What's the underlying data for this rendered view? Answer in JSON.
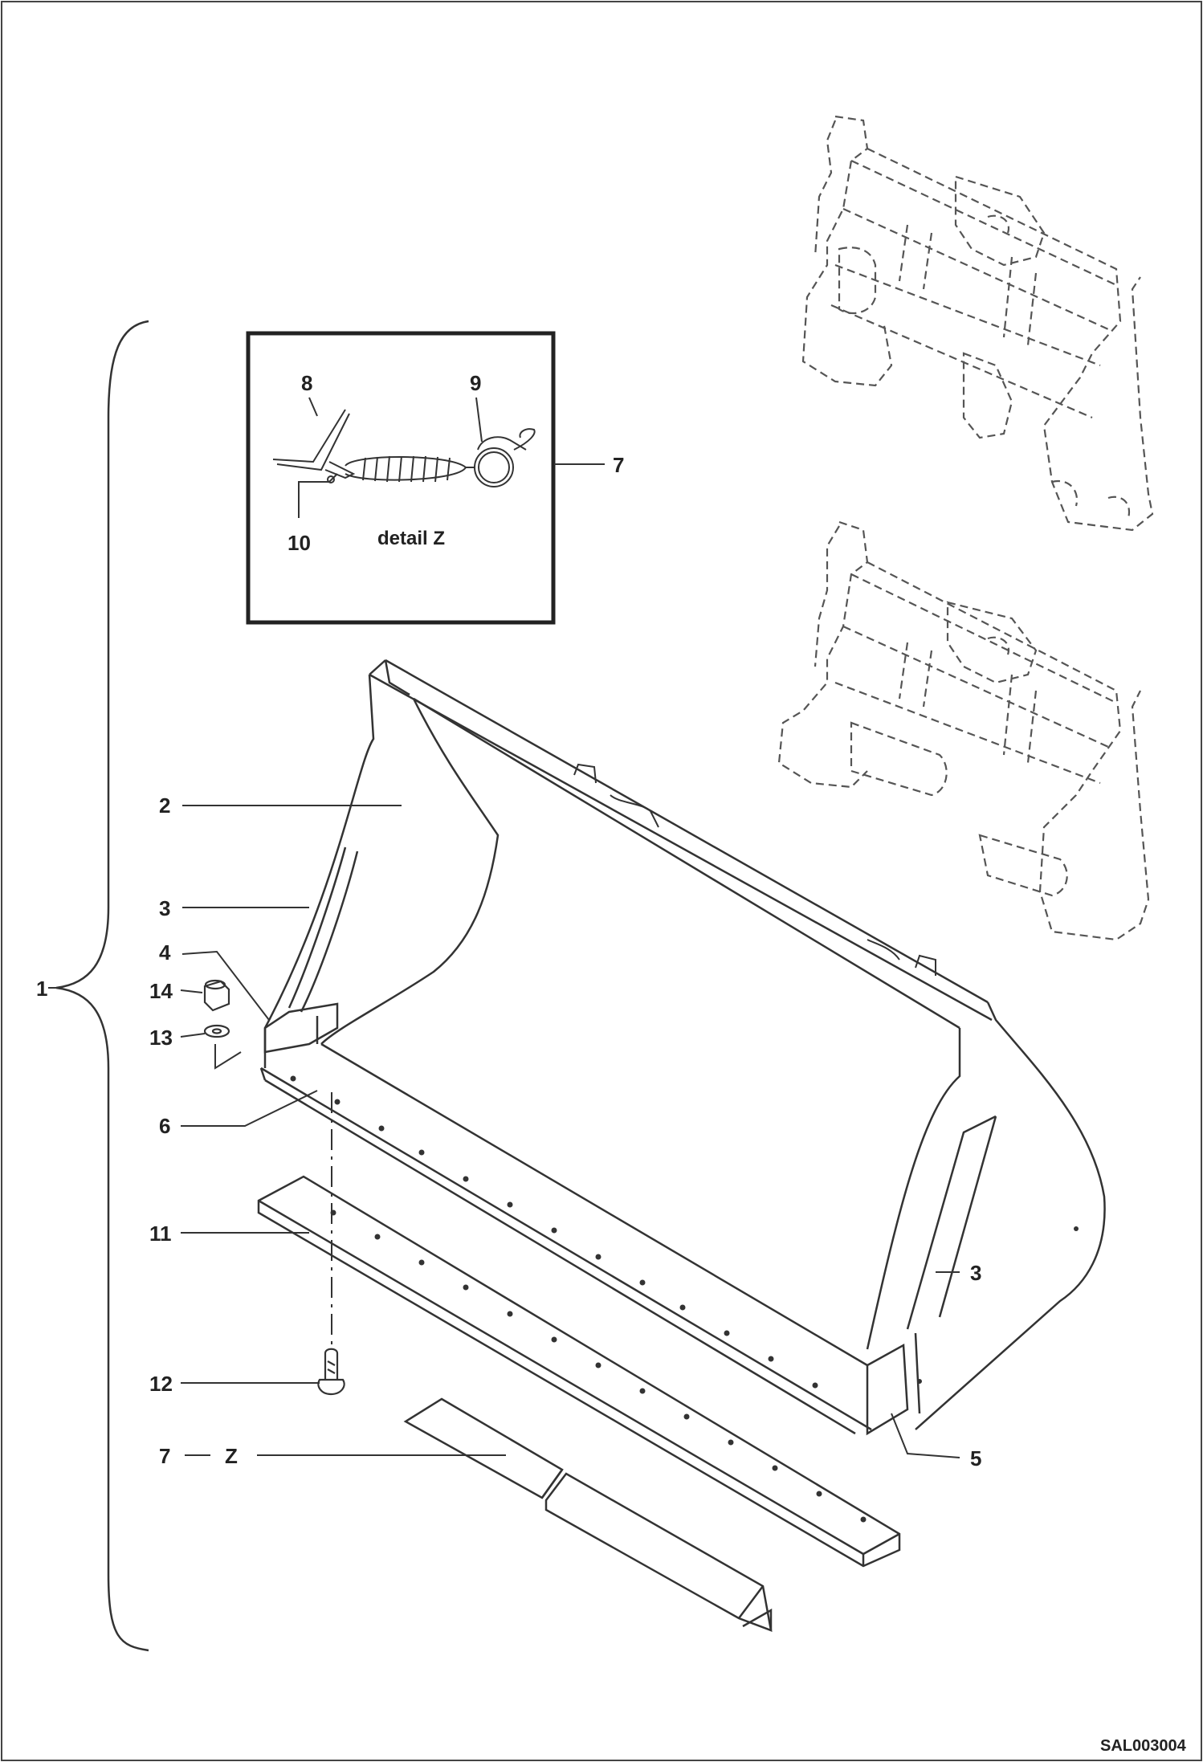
{
  "labels": {
    "l1": "1",
    "l2": "2",
    "l3a": "3",
    "l3b": "3",
    "l4": "4",
    "l5": "5",
    "l6": "6",
    "l7a": "7",
    "l7b": "7",
    "l8": "8",
    "l9": "9",
    "l10": "10",
    "l11": "11",
    "l12": "12",
    "l13": "13",
    "l14": "14",
    "z": "Z"
  },
  "detail_title": "detail Z",
  "drawing_code": "SAL003004",
  "colors": {
    "line": "#333333",
    "text": "#222222",
    "dashed": "#555555"
  }
}
